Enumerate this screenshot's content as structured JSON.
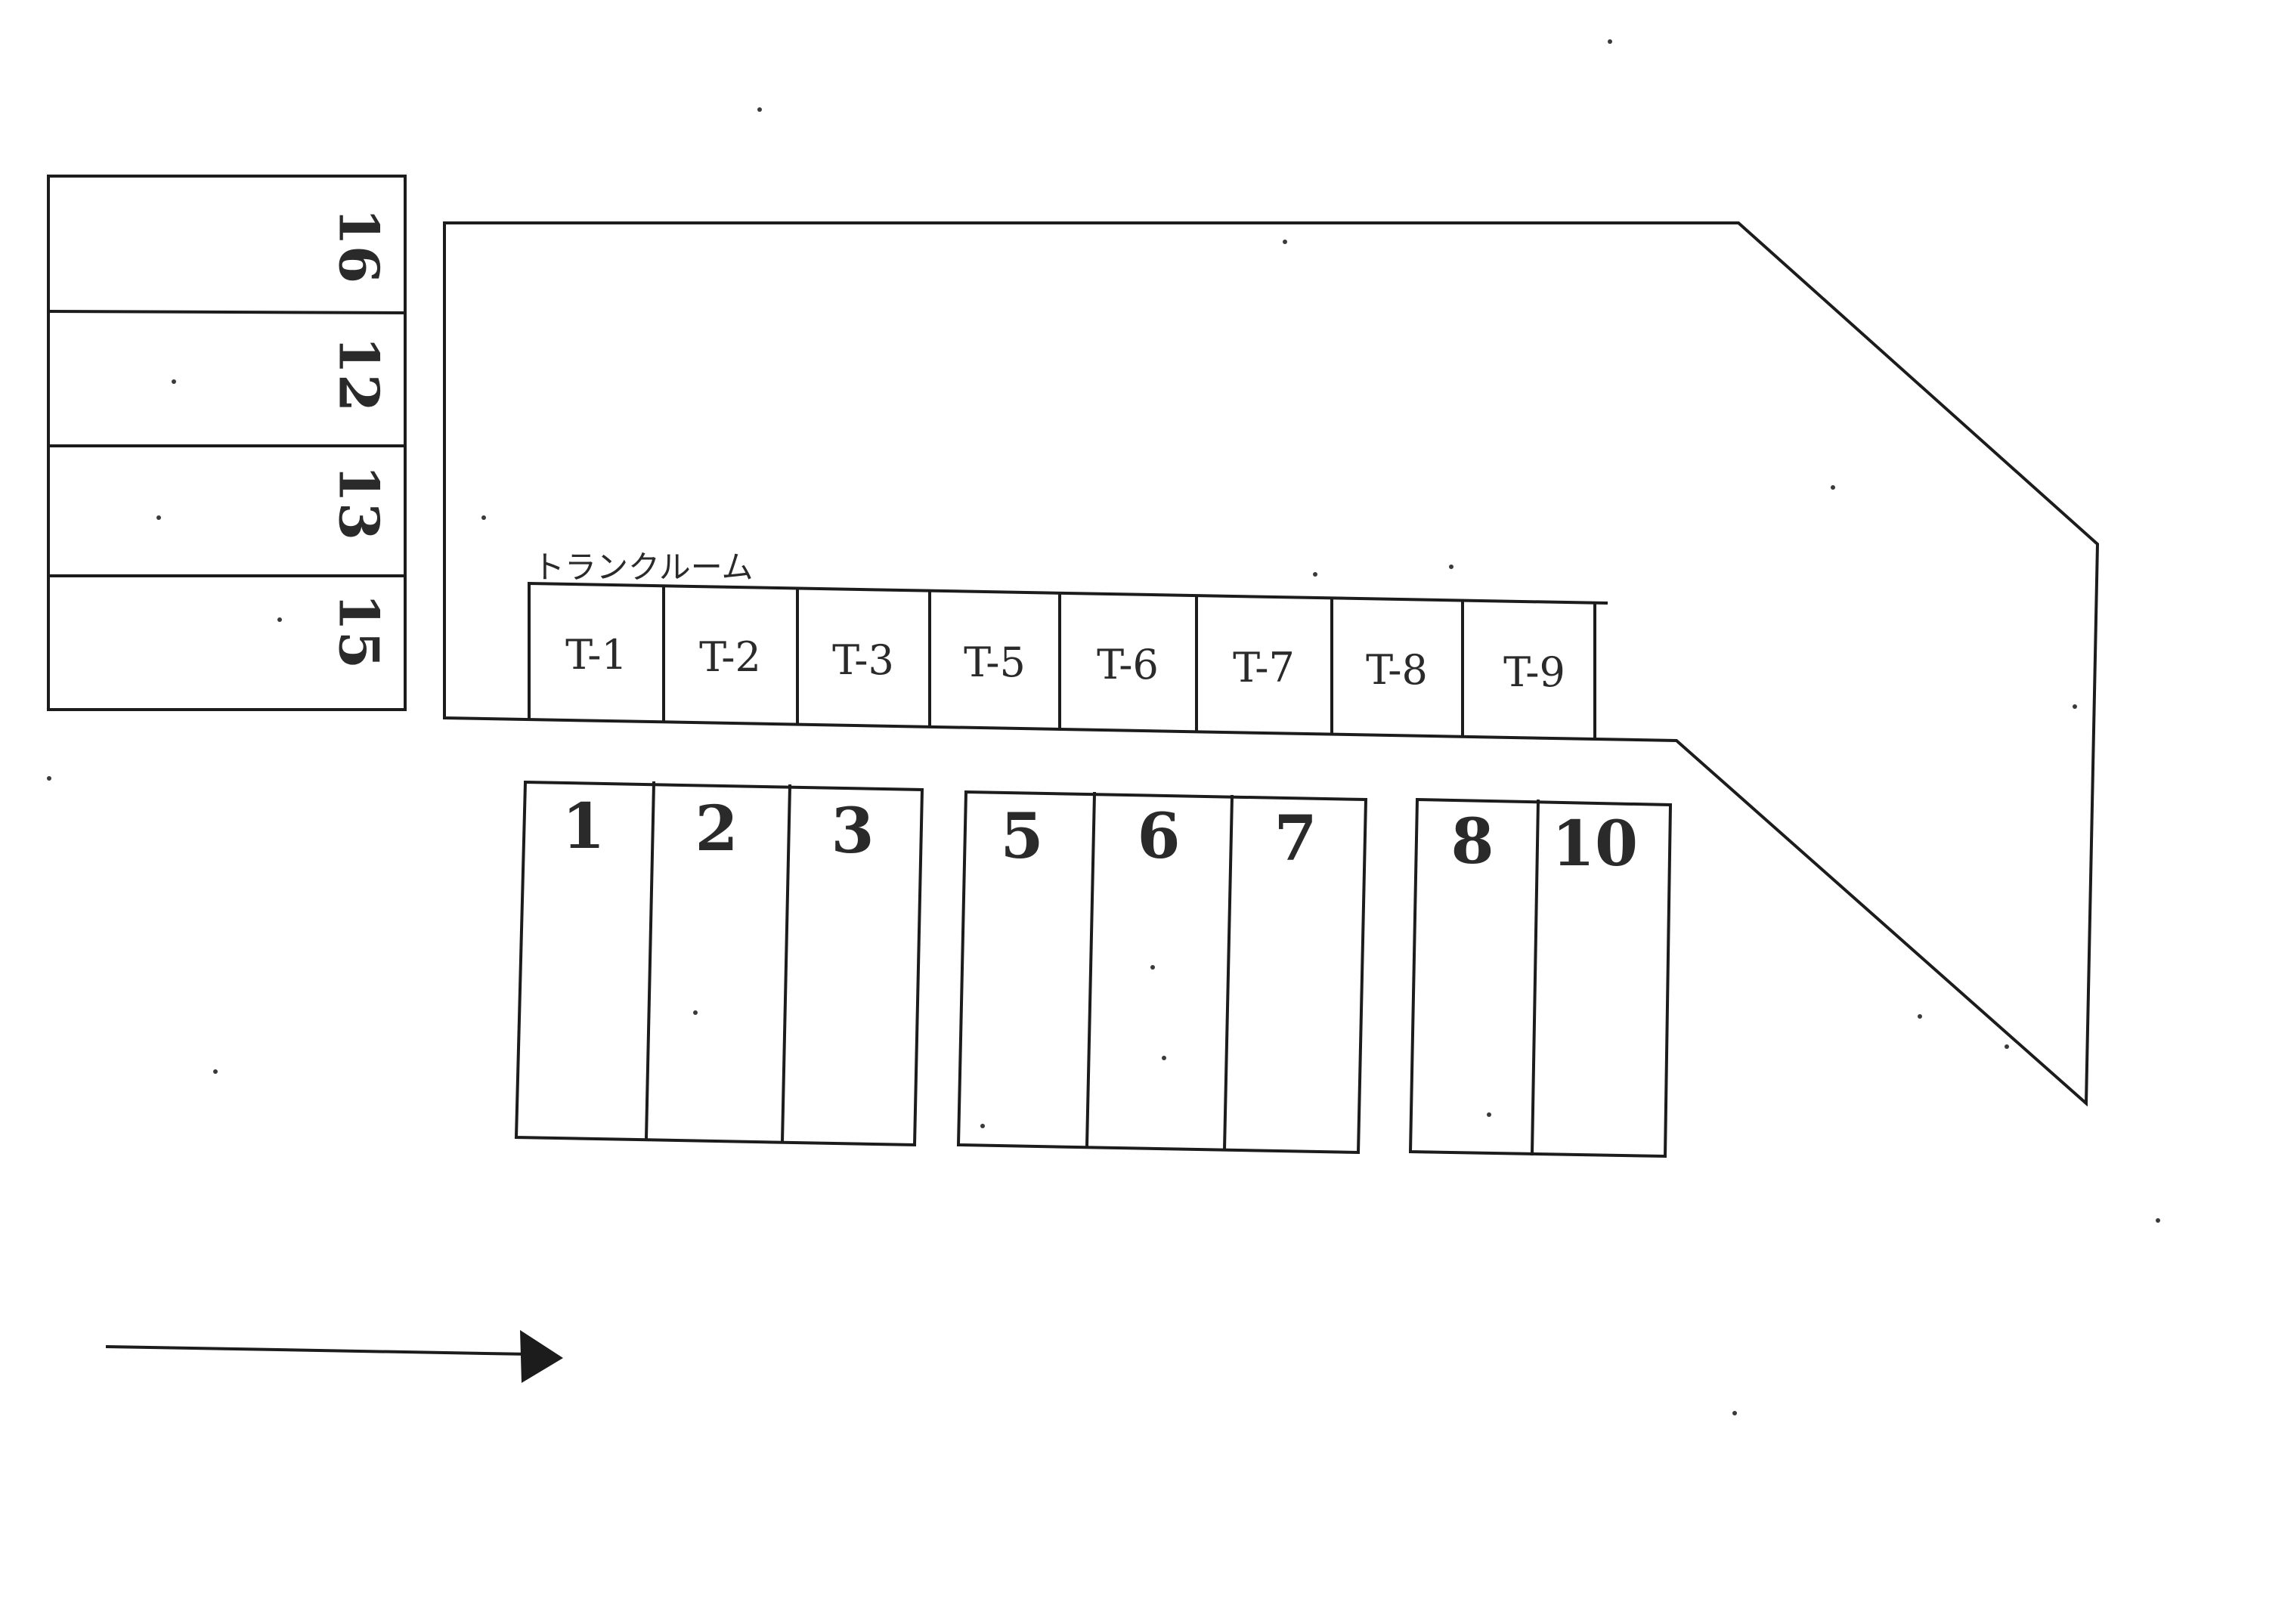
{
  "storage": {
    "heading": "トランクルーム",
    "units": [
      "T-1",
      "T-2",
      "T-3",
      "T-5",
      "T-6",
      "T-7",
      "T-8",
      "T-9"
    ]
  },
  "side_spaces": [
    "16",
    "12",
    "13",
    "15"
  ],
  "parking_groups": [
    {
      "spaces": [
        "1",
        "2",
        "3"
      ]
    },
    {
      "spaces": [
        "5",
        "6",
        "7"
      ]
    },
    {
      "spaces": [
        "8",
        "10"
      ]
    }
  ],
  "direction_arrow": "right"
}
